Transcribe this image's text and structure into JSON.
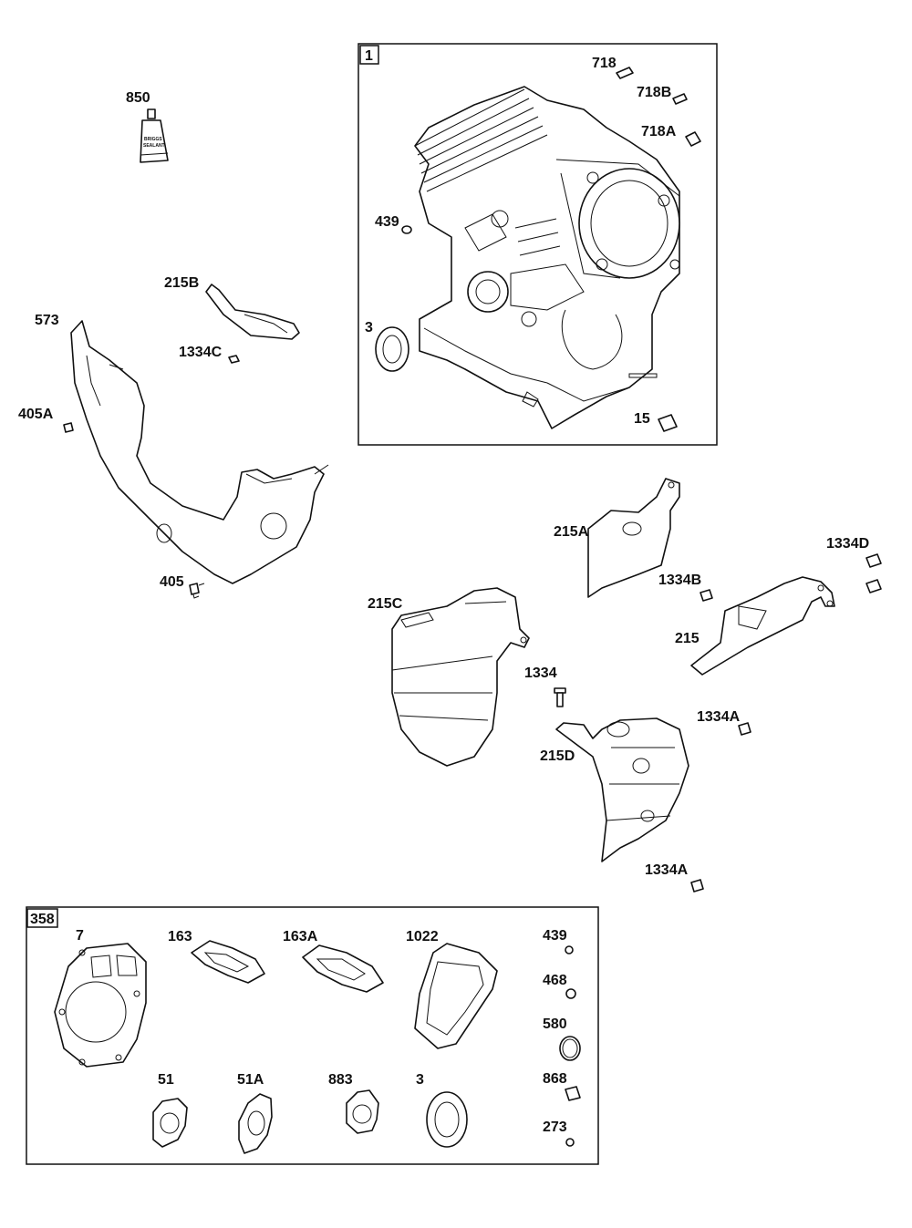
{
  "boxes": {
    "engine_block_tag": "1",
    "gasket_set_tag": "358"
  },
  "labels": {
    "p850": "850",
    "p718": "718",
    "p718B": "718B",
    "p718A": "718A",
    "p439_top": "439",
    "p3_top": "3",
    "p15": "15",
    "p215B": "215B",
    "p573": "573",
    "p1334C": "1334C",
    "p405A": "405A",
    "p405": "405",
    "p215A": "215A",
    "p1334D": "1334D",
    "p1334B": "1334B",
    "p215": "215",
    "p215C": "215C",
    "p1334": "1334",
    "p1334A_1": "1334A",
    "p215D": "215D",
    "p1334A_2": "1334A",
    "p7": "7",
    "p163": "163",
    "p163A": "163A",
    "p1022": "1022",
    "p439_kit": "439",
    "p468": "468",
    "p580": "580",
    "p51": "51",
    "p51A": "51A",
    "p883": "883",
    "p3_kit": "3",
    "p868": "868",
    "p273": "273"
  },
  "sealant_tube_text": {
    "line1": "BRIGGS",
    "line2": "SEALANT"
  }
}
